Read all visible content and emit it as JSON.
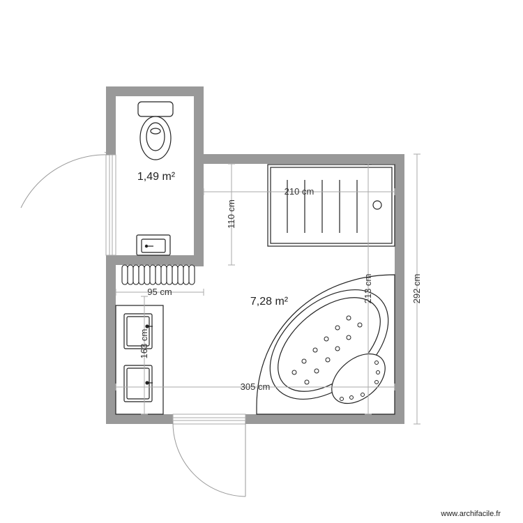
{
  "rooms": {
    "wc_area": "1,49 m²",
    "bathroom_area": "7,28 m²"
  },
  "dimensions": {
    "shower_width": "210 cm",
    "wc_depth": "110 cm",
    "radiator_width": "95 cm",
    "vanity_length": "163 cm",
    "room_width": "305 cm",
    "bathtub_depth": "213 cm",
    "room_depth": "292 cm"
  },
  "credit": "www.archifacile.fr",
  "colors": {
    "wall": "#999999",
    "fixture_stroke": "#222222",
    "dimension_line": "#aaaaaa"
  }
}
